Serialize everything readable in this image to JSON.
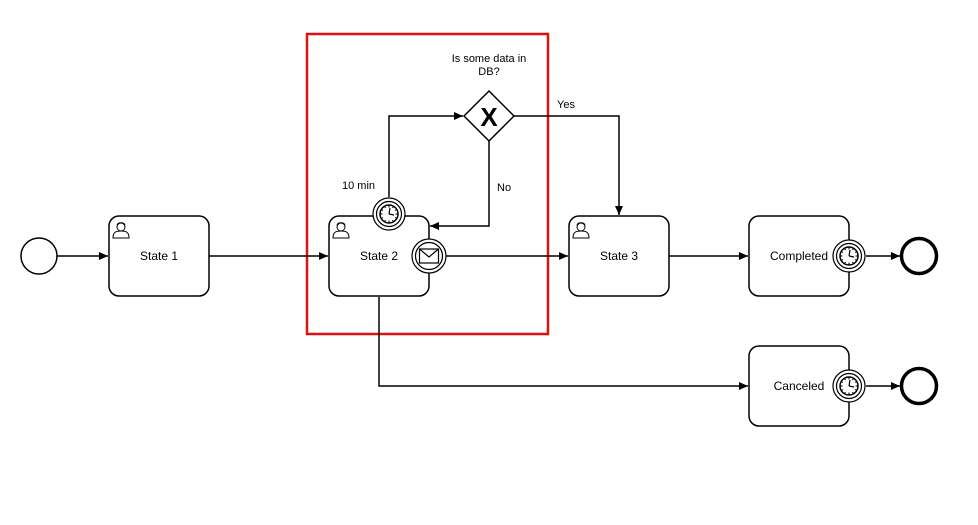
{
  "diagram": {
    "tasks": {
      "state1": "State 1",
      "state2": "State 2",
      "state3": "State 3",
      "completed": "Completed",
      "canceled": "Canceled"
    },
    "gateway": {
      "question_line1": "Is some data in",
      "question_line2": "DB?",
      "symbol": "X"
    },
    "flow_labels": {
      "yes": "Yes",
      "no": "No",
      "timer": "10 min"
    },
    "icons": {
      "user_task": "user-icon",
      "timer_event": "clock-icon",
      "message_event": "envelope-icon"
    },
    "colors": {
      "highlight": "#dd1111",
      "stroke": "#000000"
    }
  }
}
